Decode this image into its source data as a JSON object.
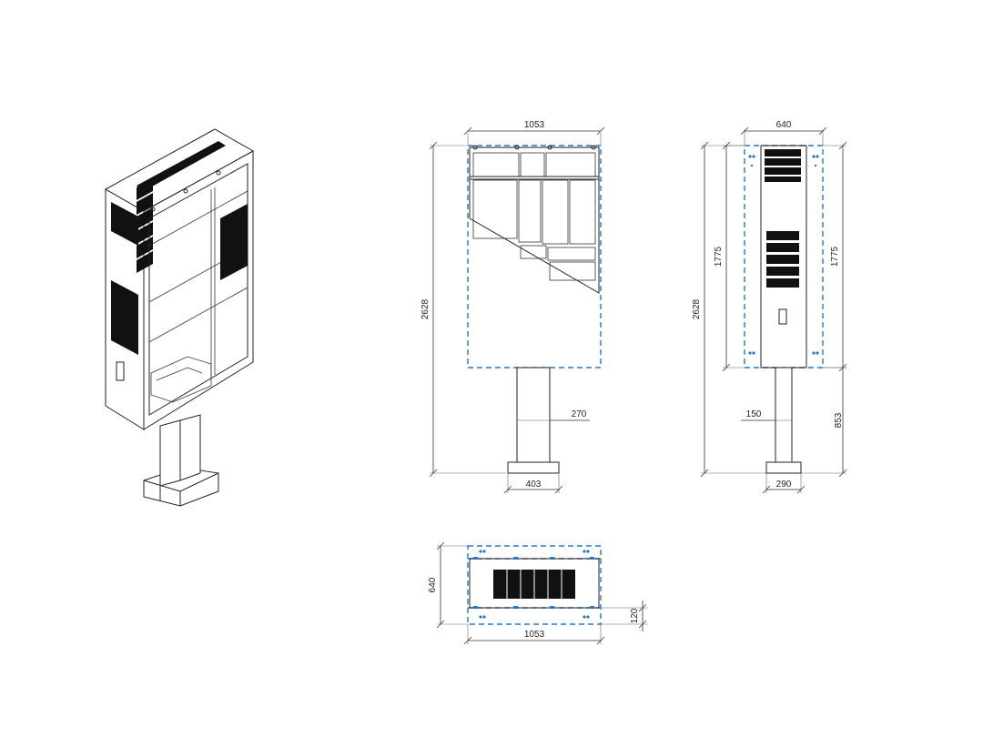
{
  "drawing": {
    "front_view": {
      "width_label": "1053",
      "height_label": "2628",
      "pole_width_label": "270",
      "base_width_label": "403"
    },
    "side_view": {
      "width_label": "640",
      "height_label": "2628",
      "panel_height_left_label": "1775",
      "panel_height_right_label": "1775",
      "pole_width_label": "150",
      "pole_height_label": "853",
      "base_width_label": "290"
    },
    "top_view": {
      "depth_label": "640",
      "offset_label": "120",
      "width_label": "1053"
    },
    "colors": {
      "hidden_outline": "#2b78c9",
      "line": "#222222"
    }
  }
}
